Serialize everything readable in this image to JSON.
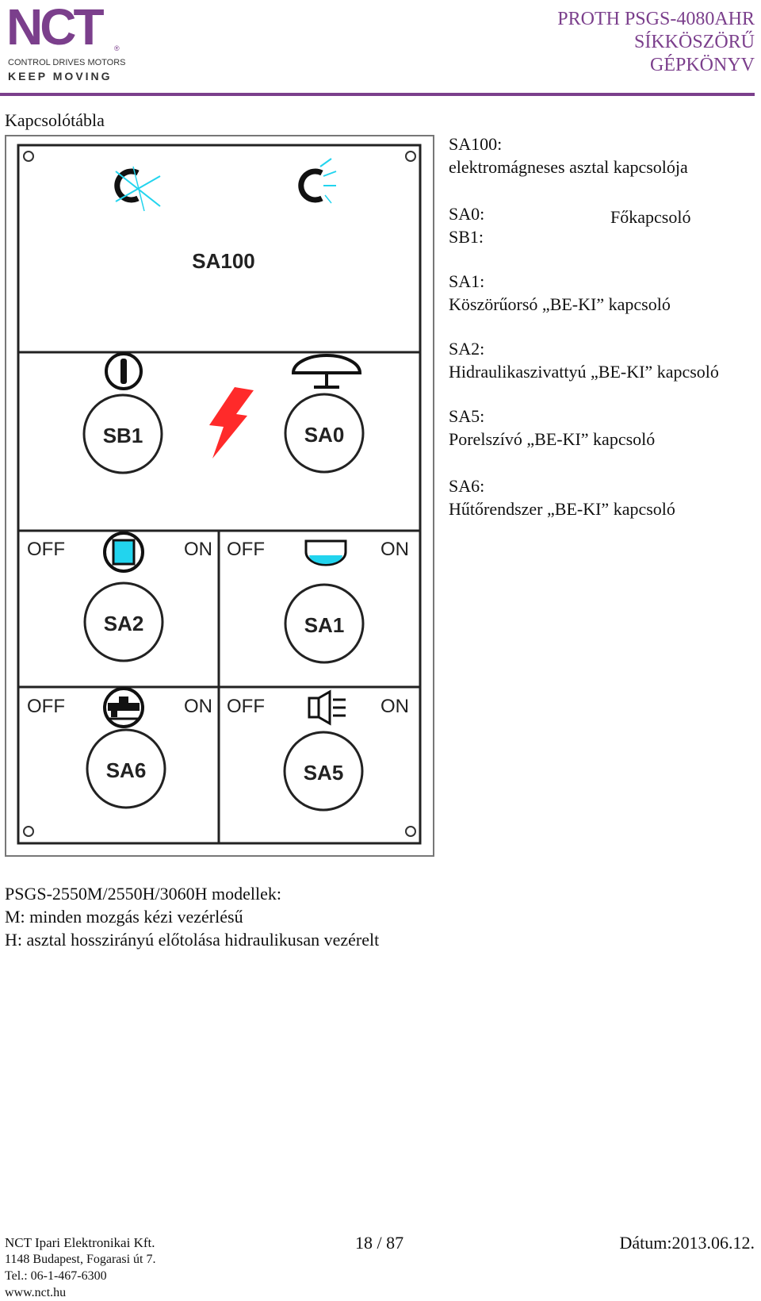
{
  "header": {
    "logo_text": "NCT",
    "logo_reg": "®",
    "logo_tagline1": "CONTROL DRIVES MOTORS",
    "logo_tagline2": "KEEP MOVING",
    "title_lines": [
      "PROTH PSGS-4080AHR",
      "SÍKKÖSZÖRŰ",
      "GÉPKÖNYV"
    ]
  },
  "section_title": "Kapcsolótábla",
  "panel": {
    "labels": {
      "sa100": "SA100",
      "sb1": "SB1",
      "sa0": "SA0",
      "sa2": "SA2",
      "sa1": "SA1",
      "sa6": "SA6",
      "sa5": "SA5",
      "off": "OFF",
      "on": "ON"
    }
  },
  "legend": {
    "sa100": {
      "code": "SA100:",
      "desc": "elektromágneses asztal kapcsolója"
    },
    "sa0": {
      "code": "SA0:"
    },
    "sb1": {
      "code": "SB1:"
    },
    "main_switch": "Főkapcsoló",
    "sa1": {
      "code": "SA1:",
      "desc": "Köszörűorsó „BE-KI” kapcsoló"
    },
    "sa2": {
      "code": "SA2:",
      "desc": "Hidraulikaszivattyú „BE-KI” kapcsoló"
    },
    "sa5": {
      "code": "SA5:",
      "desc": "Porelszívó „BE-KI” kapcsoló"
    },
    "sa6": {
      "code": "SA6:",
      "desc": "Hűtőrendszer „BE-KI” kapcsoló"
    }
  },
  "models": {
    "line1": "PSGS-2550M/2550H/3060H modellek:",
    "line2": "M: minden mozgás kézi vezérlésű",
    "line3": "H: asztal hosszirányú előtolása hidraulikusan vezérelt"
  },
  "footer": {
    "company": "NCT Ipari Elektronikai Kft.",
    "address": "1148 Budapest, Fogarasi út 7.",
    "phone": "Tel.: 06-1-467-6300",
    "web": "www.nct.hu",
    "page": "18 / 87",
    "date": "Dátum:2013.06.12."
  },
  "colors": {
    "brand": "#7b3f8c",
    "lightning": "#ff2a2a",
    "cyan_accent": "#22d4ee"
  }
}
